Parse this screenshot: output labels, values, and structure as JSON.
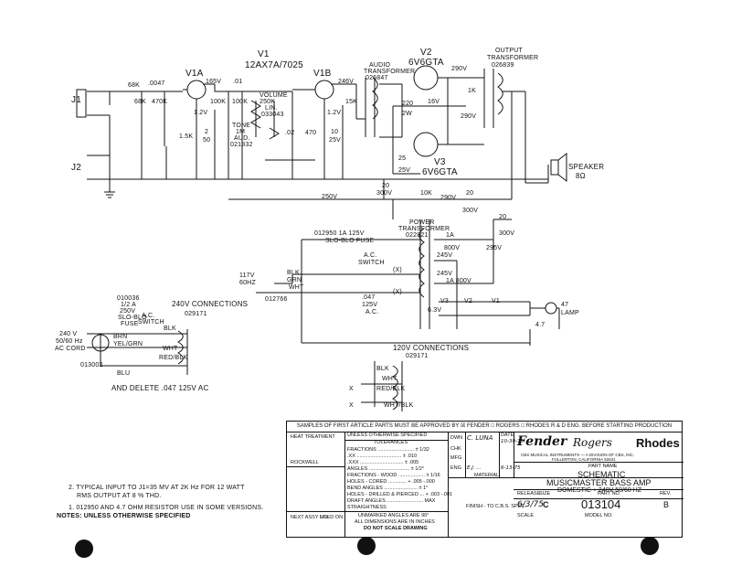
{
  "tubes": {
    "v1": "V1",
    "v1_type": "12AX7A/7025",
    "v1a": "V1A",
    "v1b": "V1B",
    "v2": "V2",
    "v2_type": "6V6GTA",
    "v3": "V3",
    "v3_type": "6V6GTA"
  },
  "jacks": {
    "j1": "J1",
    "j2": "J2"
  },
  "components": {
    "r68k_a": "68K",
    "r68k_b": "68K",
    "c0047": ".0047",
    "r470k": "470K",
    "v165": "165V",
    "c01": ".01",
    "r100k_a": "100K",
    "r100k_b": "100K",
    "v12_a": "1.2V",
    "r15k_a": "1.5K",
    "c2_50": "2",
    "c2_50b": "50",
    "volume": "VOLUME",
    "volume2": "250K",
    "volume3": "LIN.",
    "volume4": "033043",
    "tone": "TONE",
    "tone2": "1M",
    "tone3": "AUD.",
    "tone4": "021832",
    "c02": ".02",
    "r470": "470",
    "v246": "246V",
    "r15k_b": "15K",
    "v12_b": "1.2V",
    "c10": "10",
    "c10b": "25V",
    "audio_tf": "AUDIO",
    "audio_tf2": "TRANSFORMER",
    "audio_tf3": "026847",
    "r220": "220",
    "r220b": "2W",
    "v16": "16V",
    "c25": "25",
    "c25b": "25V",
    "out_tf": "OUTPUT",
    "out_tf2": "TRANSFORMER",
    "out_tf3": "026839",
    "v290_a": "290V",
    "r1k": "1K",
    "v290_b": "290V",
    "speaker": "SPEAKER",
    "speaker2": "8Ω",
    "c20_a": "20",
    "c20_a2": "300V",
    "v250": "250V",
    "r10k": "10K",
    "v290_c": "290V",
    "c20_b": "20",
    "c20_b2": "300V",
    "c20_c": "20",
    "c20_c2": "300V",
    "fuse": "012950  1A 125V",
    "fuse2": "SLO-BLO FUSE",
    "ac_switch": "A.C.",
    "ac_switch2": "SWITCH",
    "pwr_tf": "POWER",
    "pwr_tf2": "TRANSFORMER",
    "pwr_tf3": "022821",
    "d1a_a": "1A",
    "d1a_a2": "800V",
    "v295": "295V",
    "v245_a": "245V",
    "v245_b": "245V",
    "d1a_b": "1A 800V",
    "blk": "BLK",
    "grn": "GRN",
    "wht": "WHT",
    "x1": "(X)",
    "x2": "(X)",
    "cord_a": "117V",
    "cord_b": "60HZ",
    "c047": ".047",
    "c047b": "125V",
    "c047c": "A.C.",
    "part_012766": "012766",
    "v63": "6.3V",
    "v3_h": "V3",
    "v2_h": "V2",
    "v1_h": "V1",
    "lamp": "47",
    "lamp2": "LAMP",
    "r47": "4.7"
  },
  "conn240": {
    "title": "240V CONNECTIONS",
    "code": "029171",
    "fuse_a": "010036",
    "fuse_b": "1/2 A",
    "fuse_c": "250V",
    "fuse_d": "SLO-BLO",
    "fuse_e": "FUSE",
    "sw": "A.C.",
    "sw2": "SWITCH",
    "cord1": "240 V",
    "cord2": "50/60 Hz",
    "cord3": "AC CORD",
    "part": "013002",
    "brn": "BRN",
    "yelgrn": "YEL/GRN",
    "blk": "BLK",
    "wht": "WHT",
    "redblk": "RED/BLK",
    "blu": "BLU",
    "note": "AND DELETE .047 125V AC"
  },
  "conn120": {
    "title": "120V CONNECTIONS",
    "code": "029171",
    "blk": "BLK",
    "wht": "WHT",
    "redblk": "RED/BLK",
    "whtblk": "WHT/BLK",
    "x1": "X",
    "x2": "X"
  },
  "notes": {
    "n2": "2. TYPICAL INPUT TO J1=35 MV AT 2K Hz FOR 12 WATT",
    "n2b": "RMS OUTPUT AT 8 % THD.",
    "n1": "1. 012950 AND 4.7 OHM RESISTOR USE IN SOME VERSIONS.",
    "n0": "NOTES: UNLESS OTHERWISE SPECIFIED"
  },
  "title_block": {
    "header": "SAMPLES OF FIRST ARTICLE PARTS MUST BE APPROVED BY ☒ FENDER  □ ROGERS  □ RHODES R & D ENG. BEFORE STARTING PRODUCTION",
    "heat": "HEAT TREATMENT",
    "rockwell": "ROCKWELL",
    "unless": "UNLESS OTHERWISE SPECIFIED",
    "tol": "TOLERANCES",
    "fractions": "FRACTIONS .......................... ± 1/32",
    "xx": ".XX ................................ ± .010",
    "xxx": ".XXX ............................... ± .005",
    "angles": "ANGLES ............................. ± 1/2°",
    "frwood": "FRACTIONS - WOOD ................... ± 1/16",
    "holes": "HOLES - CORED ............. + .005 -.000",
    "bend": "BEND ANGLES ........................ ± 1°",
    "drilled": "HOLES - DRILLED & PIERCED ... + .003 -.001",
    "draft": "DRAFT ANGLES .......................... MAX",
    "straight": "STRAIGHTNESS",
    "unm": "UNMARKED ANGLES ARE 90°",
    "dims": "ALL DIMENSIONS ARE IN INCHES",
    "noscale": "DO NOT SCALE DRAWING",
    "nextassy": "NEXT ASSY NO.",
    "usedon": "USED ON",
    "dwn": "DWN",
    "dwn_by": "C. LUNA",
    "chk": "CHK",
    "mfg": "MFG",
    "eng": "ENG",
    "eng_by": "E.J. ...",
    "date": "DATE",
    "date1": "10-30-75",
    "date2": "6-13-75",
    "material": "MATERIAL",
    "finish": "FINISH - TO C.B.S. SPEC.",
    "brand_fender": "Fender",
    "brand_rogers": "Rogers",
    "brand_rhodes": "Rhodes",
    "cbs1": "CBS MUSICAL INSTRUMENTS — A DIVISION OF CBS, INC.",
    "cbs2": "FULLERTON, CALIFORNIA 92631",
    "partname_lbl": "PART NAME",
    "partname1": "SCHEMATIC",
    "partname2": "MUSICMASTER BASS AMP",
    "partname3": "DOMESTIC + 240V 50/60 HZ",
    "release": "RELEASE",
    "release_val": "6/3/75",
    "size": "SIZE",
    "size_val": "C",
    "partno": "PART NO.",
    "partno_val": "013104",
    "rev": "REV.",
    "rev_val": "B",
    "scale": "SCALE",
    "model": "MODEL NO."
  }
}
